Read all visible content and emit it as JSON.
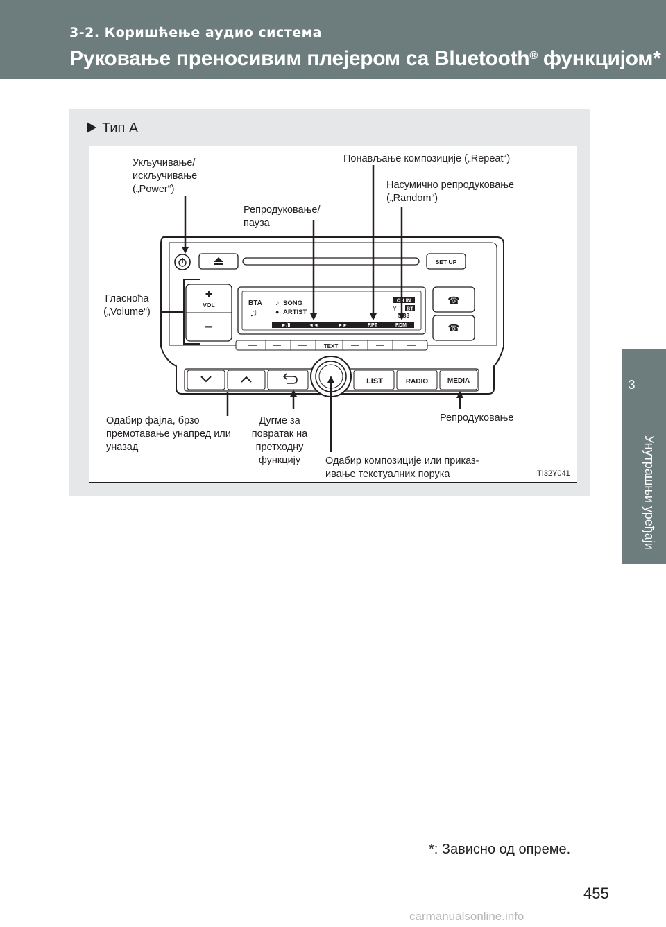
{
  "header": {
    "section": "3-2. Коришћење аудио система",
    "title": "Руковање преносивим плејером са Bluetooth",
    "title_reg": "®",
    "title_suffix": " функцијом*"
  },
  "side_tab": {
    "number": "3",
    "label": "Унутрашњи уређаји"
  },
  "panel": {
    "type_label": "Тип А"
  },
  "callouts": {
    "power": [
      "Укључивање/",
      "искључивање",
      "(„Power“)"
    ],
    "play_pause": [
      "Репродуковање/",
      "пауза"
    ],
    "repeat": [
      "Понављање композиције („Repeat“)"
    ],
    "random": [
      "Насумично репродуковање",
      "(„Random“)"
    ],
    "volume": [
      "Гласноћа",
      "(„Volume“)"
    ],
    "file_select": [
      "Одабир фајла, брзо",
      "премотавање унапред или",
      "уназад"
    ],
    "back": [
      "Дугме за",
      "повратак на",
      "претходну",
      "функцију"
    ],
    "track_select": [
      "Одабир композиције или приказ-",
      "ивање текстуалних порука"
    ],
    "media": [
      "Репродуковање"
    ]
  },
  "device": {
    "setup_label": "SET UP",
    "vol_label": "VOL",
    "vol_plus": "+",
    "vol_minus": "−",
    "display": {
      "source": "BTA",
      "song": "SONG",
      "artist": "ARTIST",
      "status_top": "CH IN",
      "status_bt": "BT",
      "time": "5  33",
      "bar_labels": [
        "►/II",
        "◄◄",
        "►►",
        "RPT",
        "RDM"
      ]
    },
    "text_label": "TEXT",
    "list_label": "LIST",
    "radio_label": "RADIO",
    "media_label": "MEDIA"
  },
  "figure_code": "ITI32Y041",
  "footnote": "*: Зависно од опреме.",
  "page_number": "455",
  "watermark": "carmanualsonline.info"
}
